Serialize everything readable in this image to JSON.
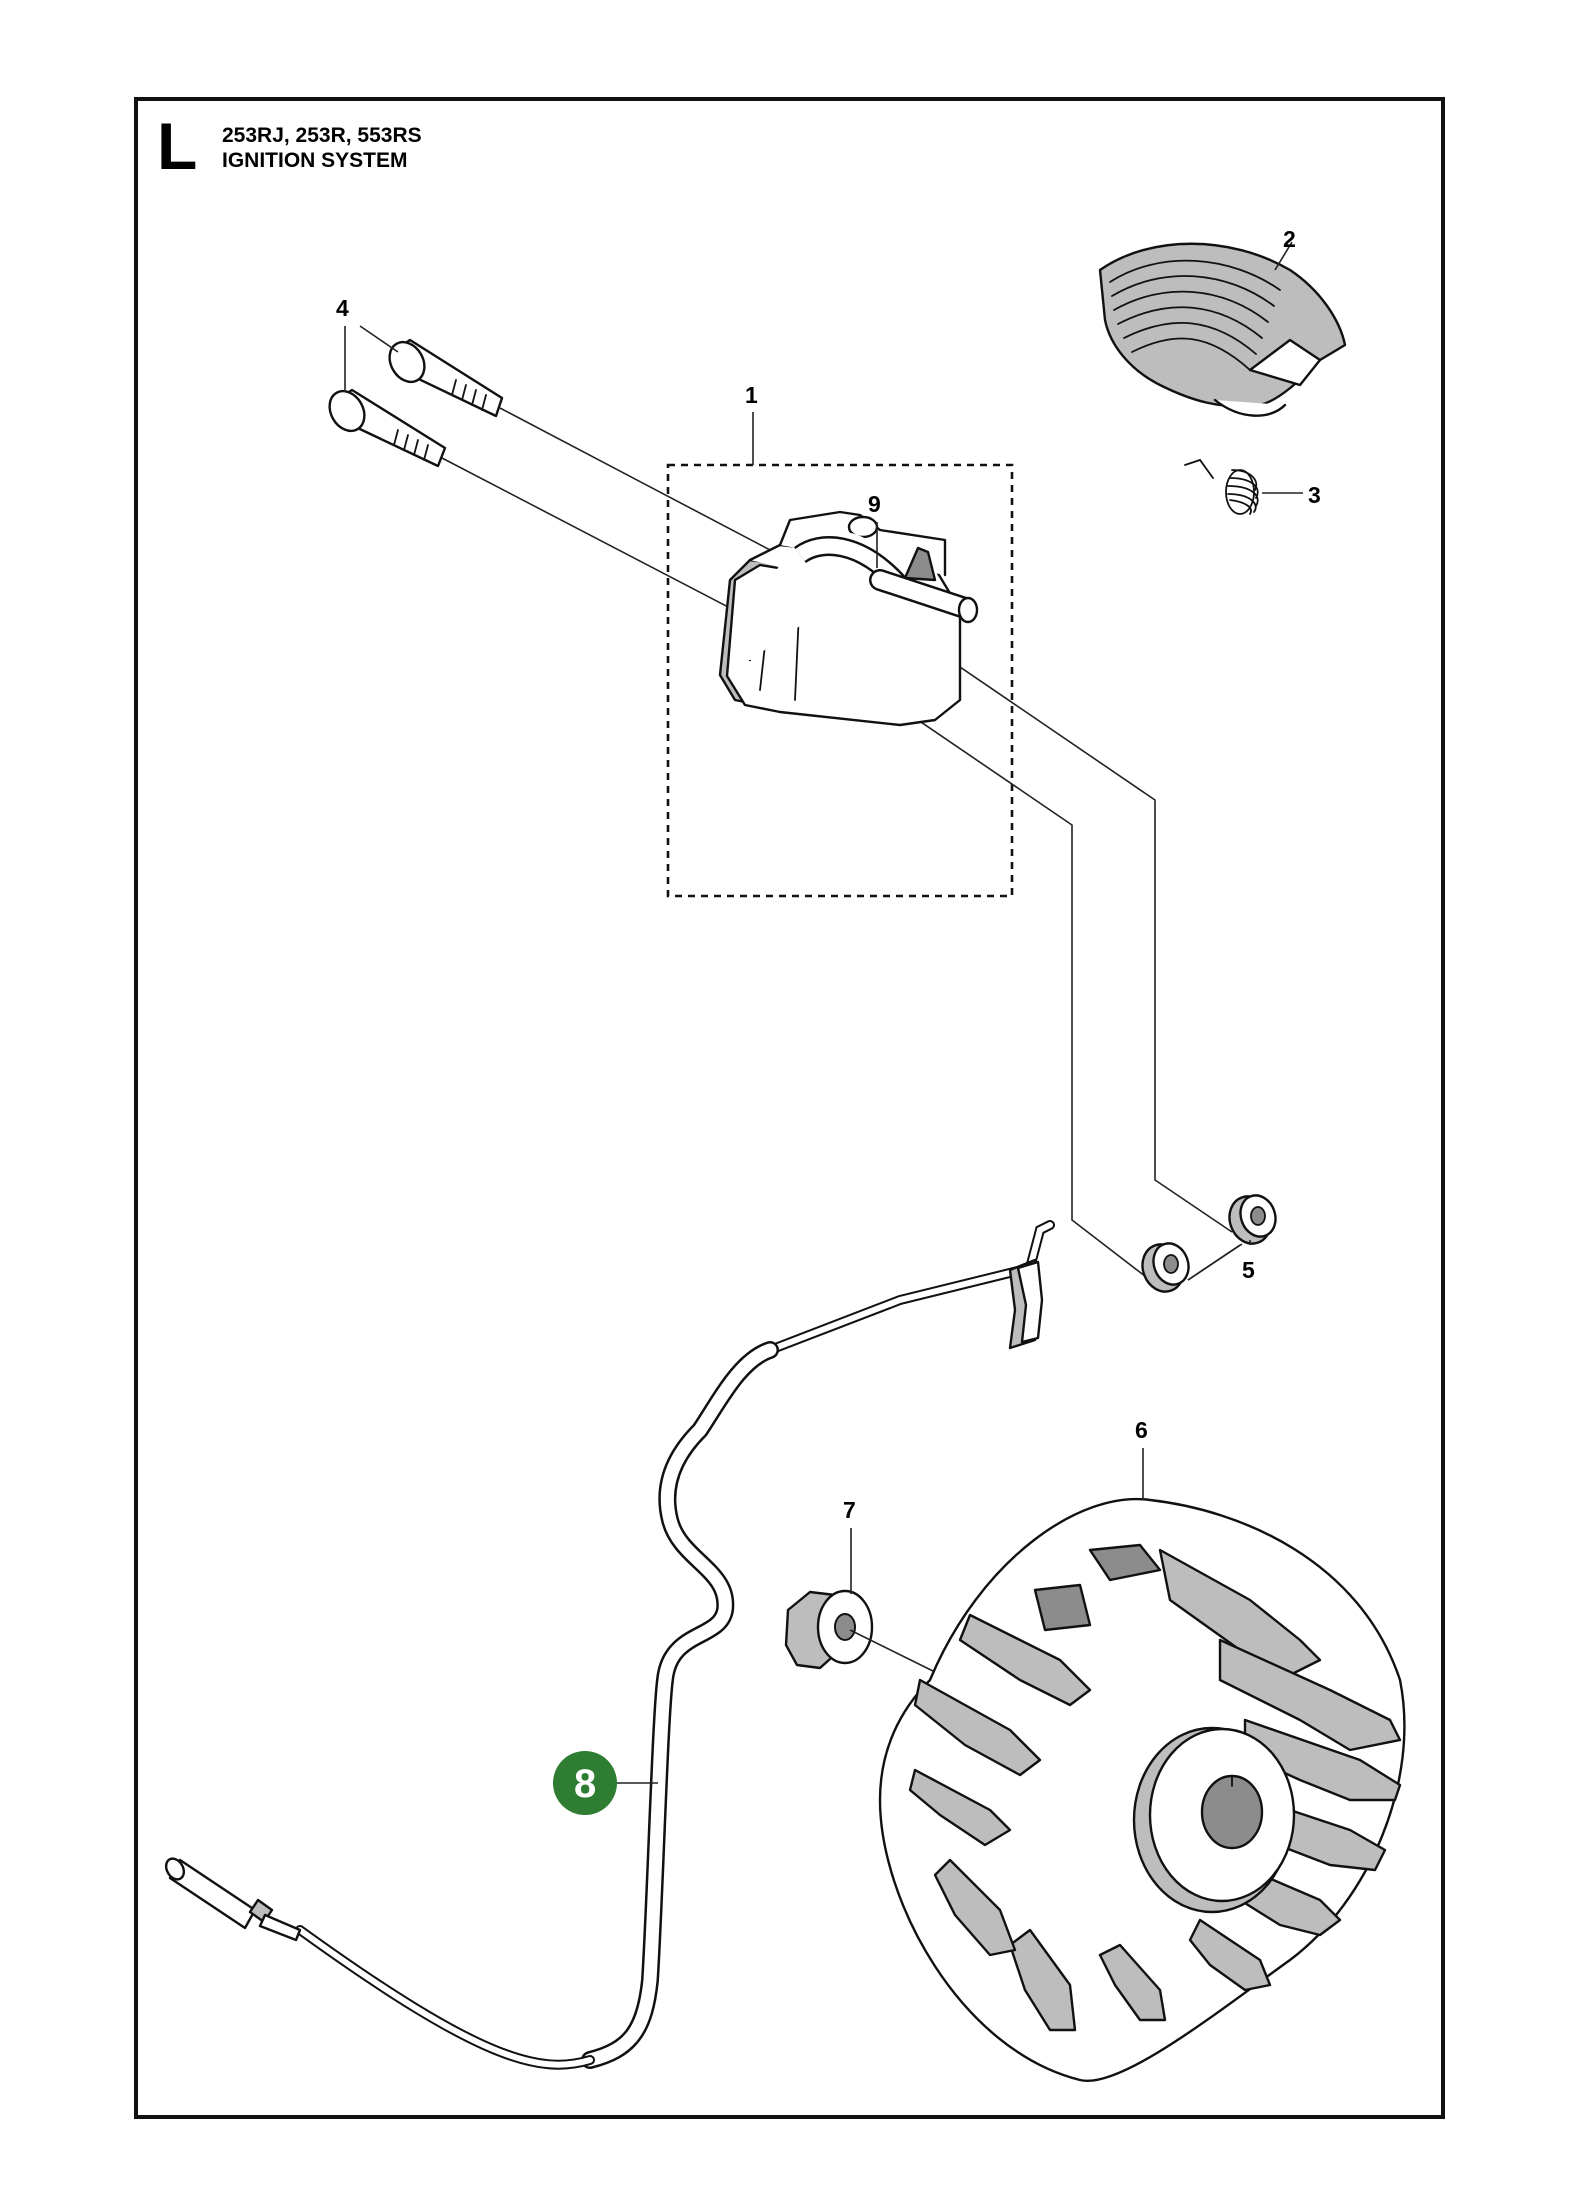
{
  "header": {
    "section_letter": "L",
    "models": "253RJ, 253R, 553RS",
    "title": "IGNITION SYSTEM"
  },
  "callouts": {
    "c1": "1",
    "c2": "2",
    "c3": "3",
    "c4": "4",
    "c5": "5",
    "c6": "6",
    "c7": "7",
    "c8": "8",
    "c9": "9"
  },
  "highlight_color": "#2e7d32"
}
